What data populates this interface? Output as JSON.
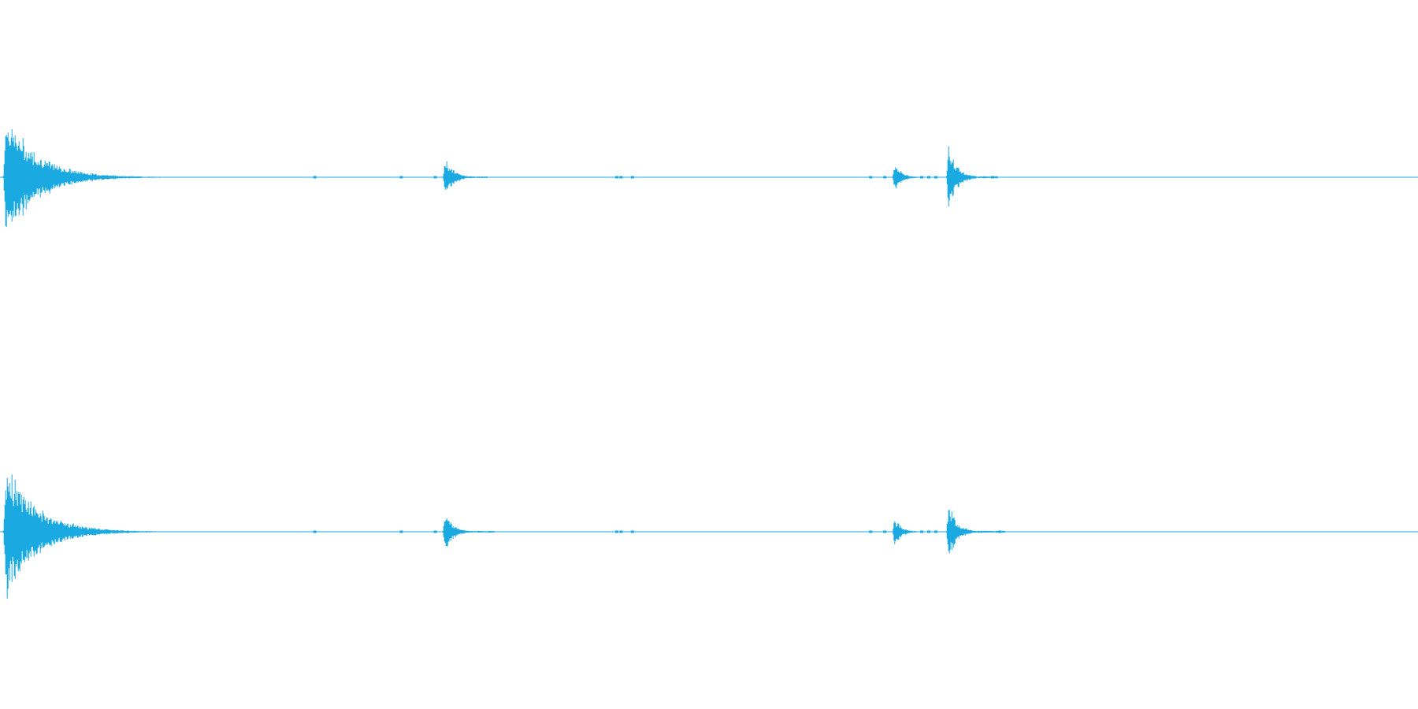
{
  "waveform": {
    "color": "#1aa9e0",
    "channels": [
      {
        "bursts": [
          {
            "t": 0.004,
            "amp": 1.0,
            "decay": 0.022,
            "tail": 0.03
          },
          {
            "t": 0.314,
            "amp": 0.3,
            "decay": 0.006,
            "tail": 0.03
          },
          {
            "t": 0.631,
            "amp": 0.22,
            "decay": 0.005,
            "tail": 0.015
          },
          {
            "t": 0.669,
            "amp": 0.48,
            "decay": 0.006,
            "tail": 0.035
          }
        ],
        "blips": [
          0.222,
          0.283,
          0.307,
          0.435,
          0.438,
          0.446,
          0.614,
          0.624,
          0.65,
          0.655,
          0.66,
          0.7
        ]
      },
      {
        "bursts": [
          {
            "t": 0.004,
            "amp": 1.0,
            "decay": 0.022,
            "tail": 0.065
          },
          {
            "t": 0.314,
            "amp": 0.28,
            "decay": 0.006,
            "tail": 0.035
          },
          {
            "t": 0.631,
            "amp": 0.2,
            "decay": 0.005,
            "tail": 0.015
          },
          {
            "t": 0.669,
            "amp": 0.42,
            "decay": 0.006,
            "tail": 0.04
          }
        ],
        "blips": [
          0.222,
          0.283,
          0.307,
          0.435,
          0.438,
          0.446,
          0.614,
          0.624,
          0.65,
          0.655,
          0.66,
          0.705
        ]
      }
    ]
  }
}
